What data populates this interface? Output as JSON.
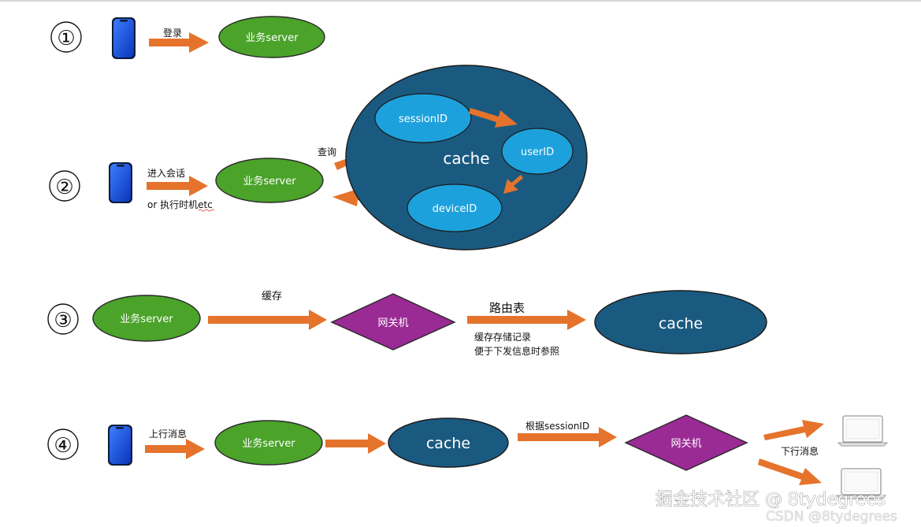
{
  "labels": {
    "num1": "①",
    "num2": "②",
    "num3": "③",
    "num4": "④",
    "login": "登录",
    "biz_server": "业务server",
    "enter_session": "进入会话",
    "or_exec": "or 执行时机etc",
    "query": "查询",
    "cache": "cache",
    "session_id": "sessionID",
    "user_id": "userID",
    "device_id": "deviceID",
    "buffer": "缓存",
    "gateway": "网关机",
    "route_table": "路由表",
    "cache_store_line1": "缓存存储记录",
    "cache_store_line2": "便于下发信息时参照",
    "up_message": "上行消息",
    "by_session_id": "根据sessionID",
    "down_message": "下行消息"
  },
  "watermark": {
    "line1": "掘金技术社区 @ 8tydegrees",
    "line2": "CSDN @8tydegrees"
  },
  "colors": {
    "server_green": "#4ba32a",
    "cache_blue": "#1b5a80",
    "inner_blue": "#1da1dc",
    "gateway_purple": "#9a2a94",
    "arrow_orange": "#e5732c",
    "phone_blue": "#1450e0"
  }
}
